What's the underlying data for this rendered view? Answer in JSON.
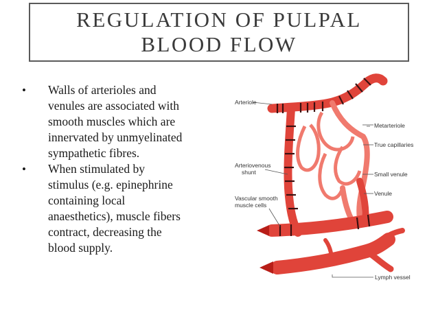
{
  "slide": {
    "title_lines": [
      "REGULATION OF PULPAL",
      "BLOOD FLOW"
    ],
    "bullets": [
      [
        "Walls of arterioles and",
        "venules are associated with",
        "smooth muscles which are",
        "innervated by unmyelinated",
        "sympathetic fibres."
      ],
      [
        "When stimulated by",
        "stimulus (e.g. epinephrine",
        "containing local",
        "anaesthetics), muscle fibers",
        "contract, decreasing the",
        "blood supply."
      ]
    ],
    "bullet_glyph": "•"
  },
  "figure": {
    "labels": {
      "arteriole": "Arteriole",
      "metarteriole": "Metarteriole",
      "true_capillaries": "True capillaries",
      "av_shunt_line1": "Arteriovenous",
      "av_shunt_line2": "shunt",
      "small_venule": "Small venule",
      "venule": "Venule",
      "vsmc_line1": "Vascular smooth",
      "vsmc_line2": "muscle cells",
      "lymph_vessel": "Lymph vessel"
    },
    "colors": {
      "vessel": "#e0443a",
      "vessel_dark": "#b81e18",
      "vessel_light": "#f07a6e",
      "muscle_band": "#3a1010",
      "label_line": "#555555",
      "title_border": "#5a5a5a",
      "background": "#ffffff"
    }
  }
}
